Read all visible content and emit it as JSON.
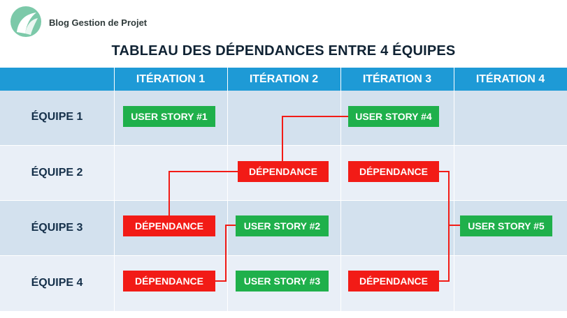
{
  "header": {
    "brand": "Blog Gestion de Projet",
    "title": "TABLEAU DES DÉPENDANCES ENTRE 4 ÉQUIPES"
  },
  "columns": [
    "ITÉRATION 1",
    "ITÉRATION 2",
    "ITÉRATION 3",
    "ITÉRATION 4"
  ],
  "teams": [
    "ÉQUIPE 1",
    "ÉQUIPE 2",
    "ÉQUIPE 3",
    "ÉQUIPE 4"
  ],
  "cards": {
    "us1": "USER STORY #1",
    "us2": "USER STORY #2",
    "us3": "USER STORY #3",
    "us4": "USER STORY #4",
    "us5": "USER STORY #5",
    "dep_t2_i2": "DÉPENDANCE",
    "dep_t2_i3": "DÉPENDANCE",
    "dep_t3_i1": "DÉPENDANCE",
    "dep_t4_i1": "DÉPENDANCE",
    "dep_t4_i3": "DÉPENDANCE"
  },
  "colors": {
    "header": "#1e9ad6",
    "story": "#1fb04b",
    "dependency": "#f21b16",
    "connector": "#f21b16",
    "row_dark": "#d3e1ee",
    "row_light": "#e9eff7"
  }
}
